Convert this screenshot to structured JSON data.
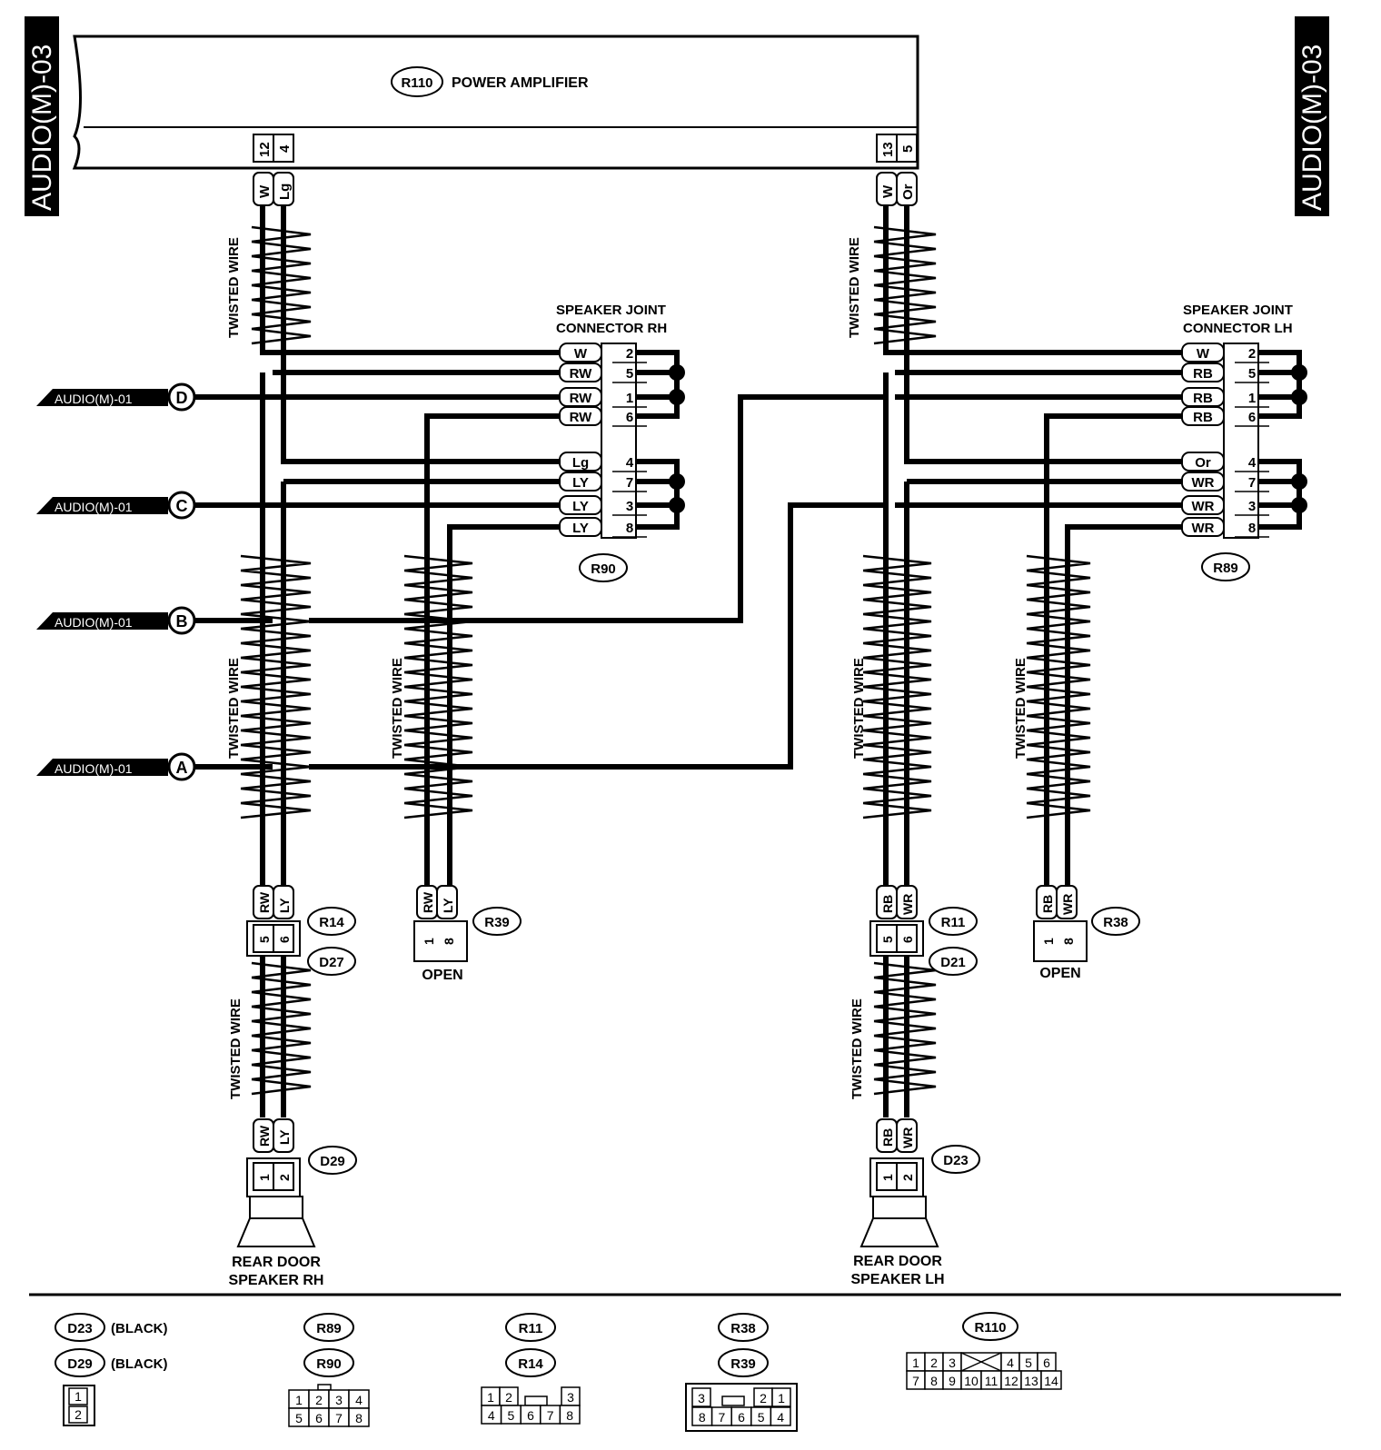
{
  "side_tags": {
    "left": "AUDIO(M)-03",
    "right": "AUDIO(M)-03"
  },
  "amplifier": {
    "code": "R110",
    "label": "POWER AMPLIFIER",
    "pins": {
      "p12": "12",
      "p4": "4",
      "p13": "13",
      "p5": "5"
    }
  },
  "amp_wire_colors": {
    "c12": "W",
    "c4": "Lg",
    "c13": "W",
    "c5": "Or"
  },
  "twisted_wire_label": "TWISTED WIRE",
  "rh_joint": {
    "title1": "SPEAKER JOINT",
    "title2": "CONNECTOR RH",
    "code": "R90",
    "rows": [
      {
        "color": "W",
        "pin": "2"
      },
      {
        "color": "RW",
        "pin": "5"
      },
      {
        "color": "RW",
        "pin": "1"
      },
      {
        "color": "RW",
        "pin": "6"
      },
      {
        "color": "Lg",
        "pin": "4"
      },
      {
        "color": "LY",
        "pin": "7"
      },
      {
        "color": "LY",
        "pin": "3"
      },
      {
        "color": "LY",
        "pin": "8"
      }
    ]
  },
  "lh_joint": {
    "title1": "SPEAKER JOINT",
    "title2": "CONNECTOR LH",
    "code": "R89",
    "rows": [
      {
        "color": "W",
        "pin": "2"
      },
      {
        "color": "RB",
        "pin": "5"
      },
      {
        "color": "RB",
        "pin": "1"
      },
      {
        "color": "RB",
        "pin": "6"
      },
      {
        "color": "Or",
        "pin": "4"
      },
      {
        "color": "WR",
        "pin": "7"
      },
      {
        "color": "WR",
        "pin": "3"
      },
      {
        "color": "WR",
        "pin": "8"
      }
    ]
  },
  "audio_refs": [
    {
      "label": "AUDIO(M)-01",
      "letter": "D"
    },
    {
      "label": "AUDIO(M)-01",
      "letter": "C"
    },
    {
      "label": "AUDIO(M)-01",
      "letter": "B"
    },
    {
      "label": "AUDIO(M)-01",
      "letter": "A"
    }
  ],
  "rh_door": {
    "colors": [
      "RW",
      "LY"
    ],
    "conn_upper": "R14",
    "conn_lower": "D27",
    "pins": [
      "5",
      "6"
    ],
    "speaker_colors": [
      "RW",
      "LY"
    ],
    "speaker_conn": "D29",
    "speaker_pins": [
      "1",
      "2"
    ],
    "speaker_label1": "REAR DOOR",
    "speaker_label2": "SPEAKER RH"
  },
  "rh_open": {
    "colors": [
      "RW",
      "LY"
    ],
    "conn": "R39",
    "pins": [
      "1",
      "8"
    ],
    "label": "OPEN"
  },
  "lh_door": {
    "colors": [
      "RB",
      "WR"
    ],
    "conn_upper": "R11",
    "conn_lower": "D21",
    "pins": [
      "5",
      "6"
    ],
    "speaker_colors": [
      "RB",
      "WR"
    ],
    "speaker_conn": "D23",
    "speaker_pins": [
      "1",
      "2"
    ],
    "speaker_label1": "REAR DOOR",
    "speaker_label2": "SPEAKER LH"
  },
  "lh_open": {
    "colors": [
      "RB",
      "WR"
    ],
    "conn": "R38",
    "pins": [
      "1",
      "8"
    ],
    "label": "OPEN"
  },
  "legend": {
    "d23": "D23",
    "d29": "D29",
    "black": "(BLACK)",
    "g1": {
      "pins": [
        "1",
        "2"
      ]
    },
    "r89": "R89",
    "r90": "R90",
    "g2": {
      "pins": [
        "1",
        "2",
        "3",
        "4",
        "5",
        "6",
        "7",
        "8"
      ]
    },
    "r11": "R11",
    "r14": "R14",
    "g3": {
      "pins": [
        "1",
        "2",
        "3",
        "4",
        "5",
        "6",
        "7",
        "8"
      ]
    },
    "r38": "R38",
    "r39": "R39",
    "g4": {
      "pins": [
        "3",
        "2",
        "1",
        "8",
        "7",
        "6",
        "5",
        "4"
      ]
    },
    "r110": "R110",
    "g5": {
      "pins": [
        "1",
        "2",
        "3",
        "4",
        "5",
        "6",
        "7",
        "8",
        "9",
        "10",
        "11",
        "12",
        "13",
        "14"
      ]
    }
  }
}
